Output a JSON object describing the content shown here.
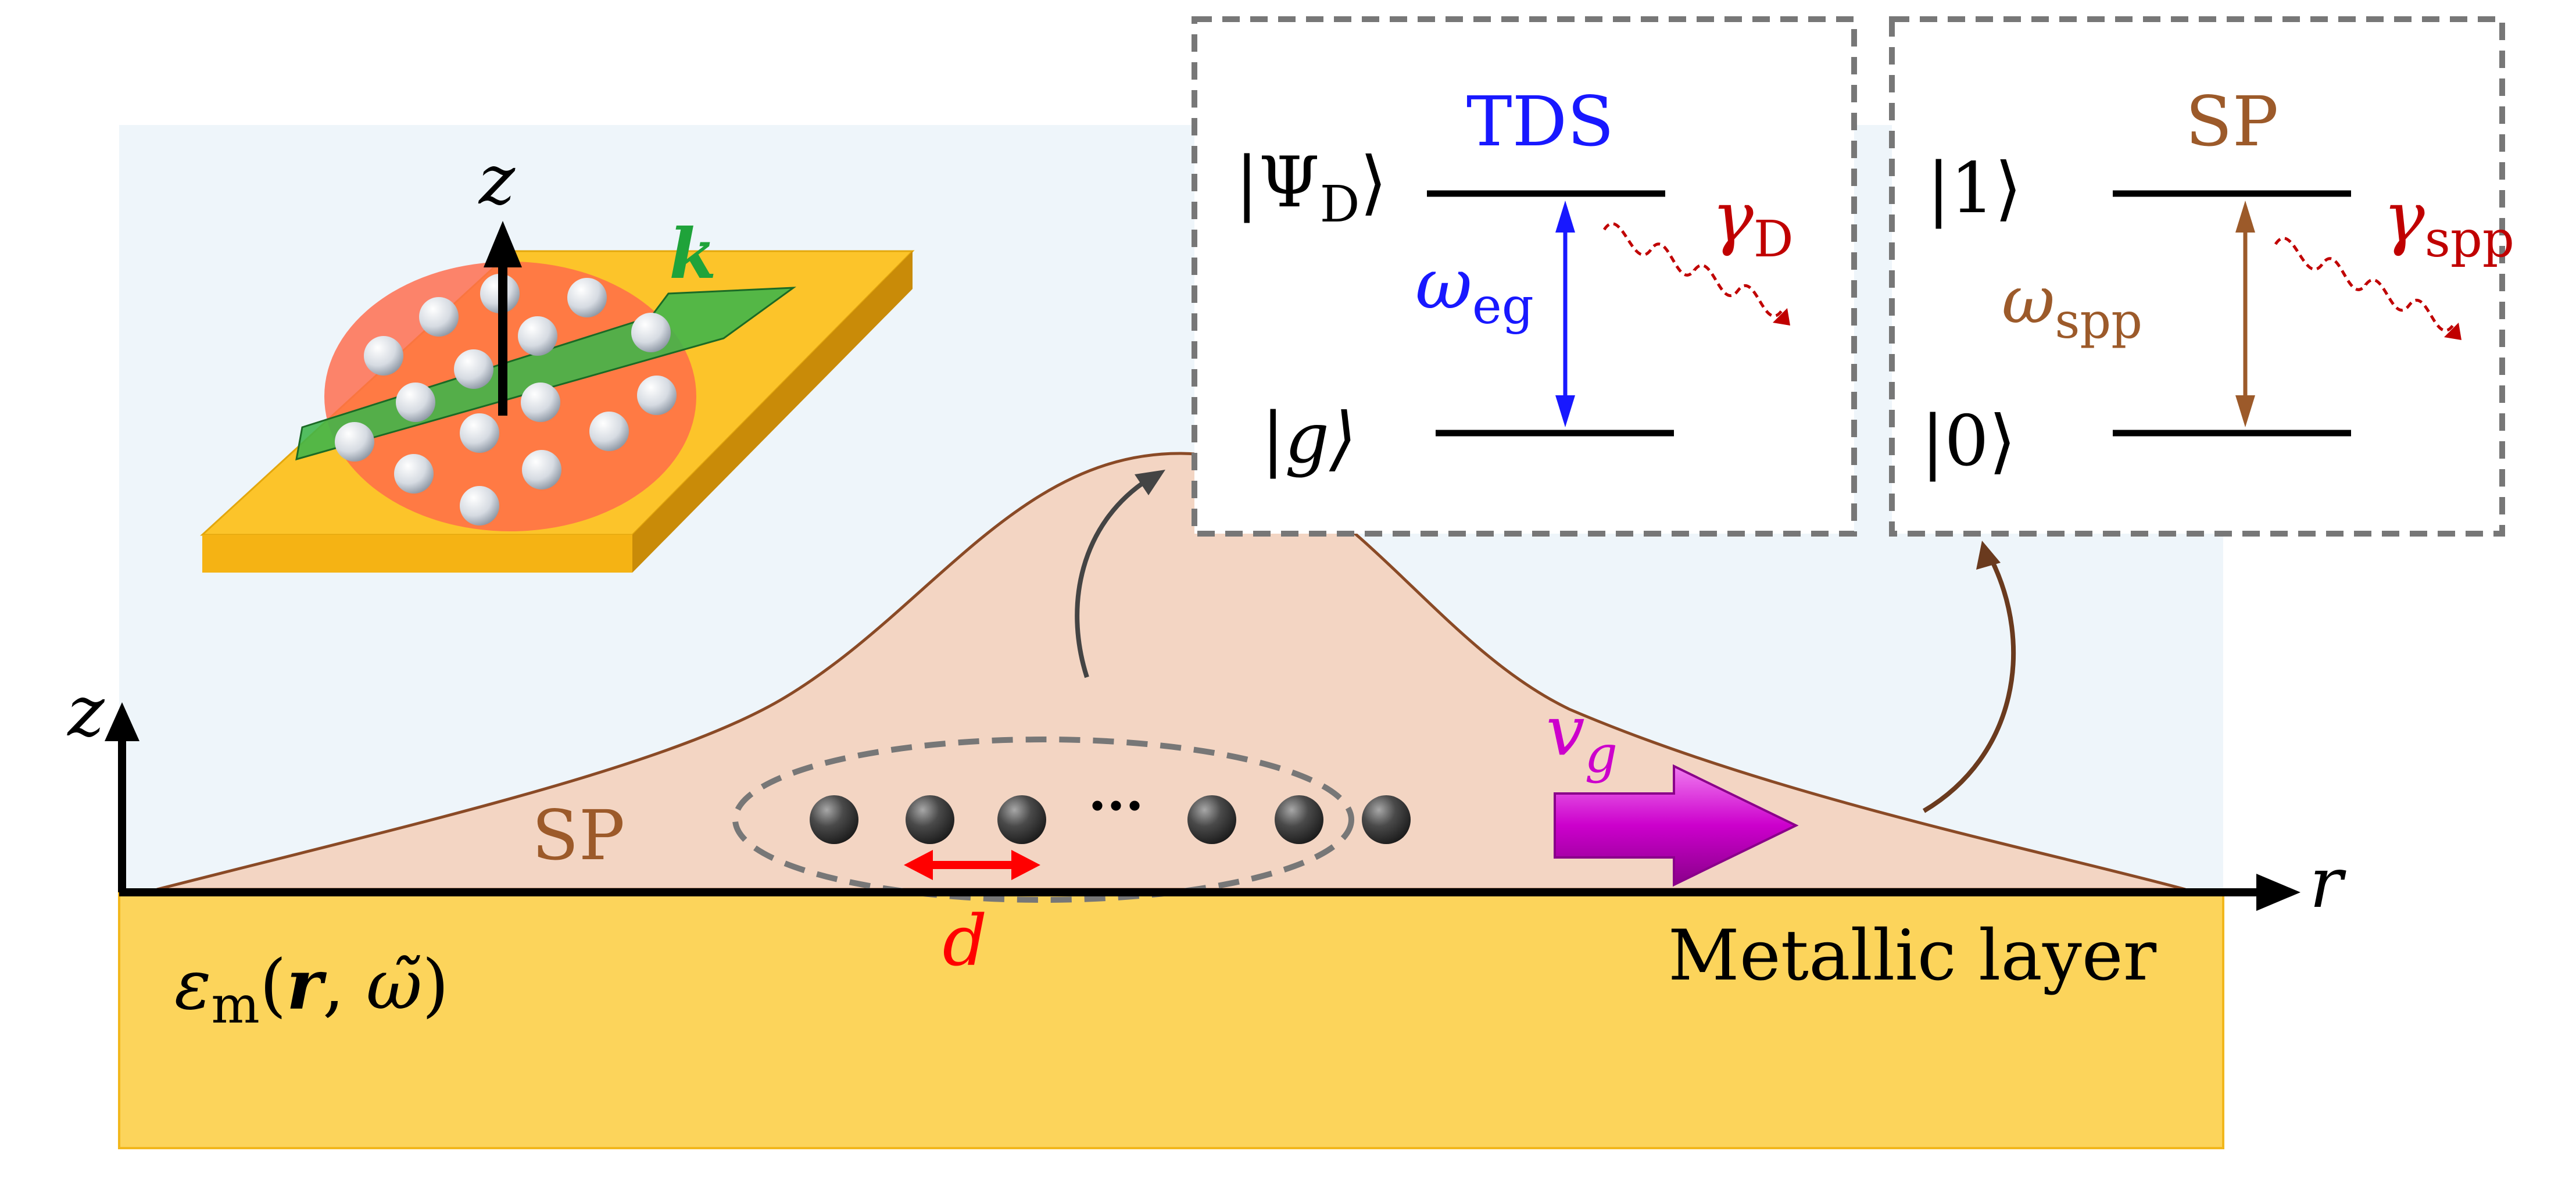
{
  "colors": {
    "background_panel": "#eef5fa",
    "substrate": "#fcd45b",
    "substrate_edge": "#f2b71c",
    "sp_field": "#f3d5c3",
    "sp_field_edge": "#8a4a26",
    "axis": "#000000",
    "tds_blue": "#1818ff",
    "decay_red": "#c00000",
    "sp_brown": "#9c5a2a",
    "spacing_red": "#ff0000",
    "velocity_magenta": "#cc00cc",
    "wave_green": "#1fa33a",
    "emitter_sphere": "#444444",
    "dashed_box": "#777777"
  },
  "main_axes": {
    "vertical_label": "z",
    "horizontal_label": "r"
  },
  "labels": {
    "sp_region": "SP",
    "spacing": "d",
    "group_velocity": "v",
    "group_velocity_sub": "g",
    "metal_layer": "Metallic layer",
    "permittivity_eps": "ε",
    "permittivity_sub": "m",
    "permittivity_args_r": "r",
    "permittivity_args_omega": "ω̃",
    "ellipsis": "···"
  },
  "inset_3d": {
    "axis_label": "z",
    "wavevector_label": "k"
  },
  "tds_box": {
    "title": "TDS",
    "upper_state": "|Ψ",
    "upper_state_sub": "D",
    "upper_state_close": "⟩",
    "lower_state": "|g⟩",
    "transition": "ω",
    "transition_sub": "eg",
    "decay": "γ",
    "decay_sub": "D"
  },
  "sp_box": {
    "title": "SP",
    "upper_state": "|1⟩",
    "lower_state": "|0⟩",
    "transition": "ω",
    "transition_sub": "spp",
    "decay": "γ",
    "decay_sub": "spp"
  },
  "emitter_chain": {
    "left_count": 3,
    "right_count": 3
  }
}
